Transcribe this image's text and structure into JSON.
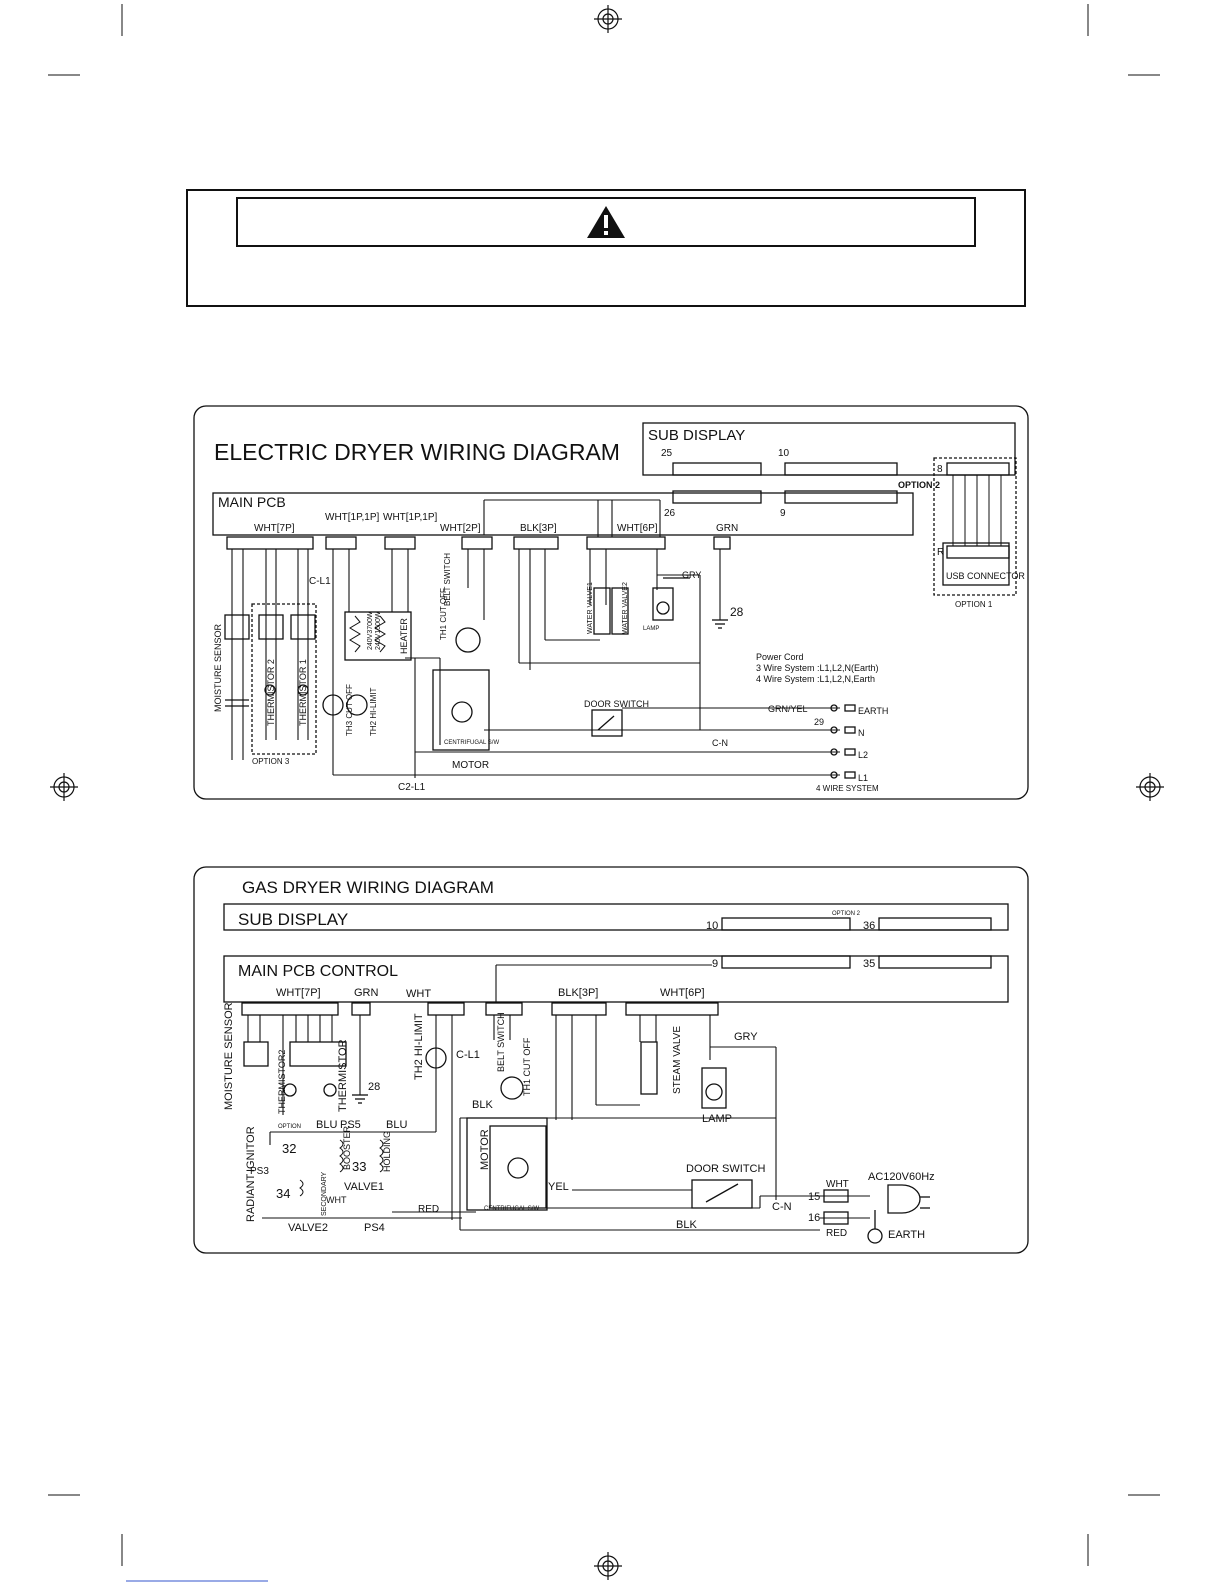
{
  "warning": {
    "icon": "warning-triangle-icon"
  },
  "electric": {
    "title": "ELECTRIC DRYER WIRING DIAGRAM",
    "sub_display": "SUB DISPLAY",
    "main_pcb": "MAIN PCB",
    "option2": "OPTION 2",
    "option1": "OPTION 1",
    "option3": "OPTION 3",
    "usb": "USB CONNECTOR",
    "conn_wht7p": "WHT[7P]",
    "conn_ry7": "WHT[1P,1P]",
    "conn_ry6": "WHT[1P,1P]",
    "conn_wht2p": "WHT[2P]",
    "conn_blk3p": "BLK[3P]",
    "conn_wht6p": "WHT[6P]",
    "conn_grn": "GRN",
    "moisture": "MOISTURE SENSOR",
    "thermistor2": "THERMISTOR 2",
    "thermistor1": "THERMISTOR 1",
    "heater": "HEATER",
    "heater_w1": "240V3700W",
    "heater_w2": "240V1500W",
    "th3": "TH3 CUT OFF",
    "th2": "TH2 HI-LIMIT",
    "th1": "TH1 CUT OFF",
    "belt": "BELT SWITCH",
    "motor": "MOTOR",
    "centrifugal": "CENTRIFUGAL S/W",
    "door": "DOOR SWITCH",
    "water1": "WATER VALVE1",
    "water2": "WATER VALVE2",
    "lamp": "LAMP",
    "cl1": "C-L1",
    "c2l1": "C2-L1",
    "cn": "C-N",
    "power_cord": "Power Cord",
    "wire3": "3 Wire System :L1,L2,N(Earth)",
    "wire4": "4 Wire System :L1,L2,N,Earth",
    "earth": "EARTH",
    "n": "N",
    "l2": "L2",
    "l1": "L1",
    "four_wire": "4 WIRE SYSTEM",
    "grnyel": "GRN/YEL",
    "gry": "GRY",
    "num_25": "25",
    "num_10": "10",
    "num_9": "9",
    "num_26": "26",
    "num_8": "8",
    "num_r": "R",
    "num_28": "28",
    "num_29": "29"
  },
  "gas": {
    "title": "GAS DRYER WIRING DIAGRAM",
    "sub_display": "SUB DISPLAY",
    "main_pcb": "MAIN PCB CONTROL",
    "option2": "OPTION 2",
    "option": "OPTION",
    "conn_wht7p": "WHT[7P]",
    "conn_grn": "GRN",
    "conn_wht": "WHT",
    "conn_blk3p": "BLK[3P]",
    "conn_wht6p": "WHT[6P]",
    "moisture": "MOISTURE SENSOR",
    "thermistor2": "THERMISTOR2",
    "thermistor": "THERMISTOR",
    "th2": "TH2 HI-LIMIT",
    "belt": "BELT SWITCH",
    "th1": "TH1 CUT OFF",
    "steam": "STEAM VALVE",
    "lamp": "LAMP",
    "motor": "MOTOR",
    "centrifugal": "CENTRIFUGAL S/W",
    "door": "DOOR SWITCH",
    "booster": "BOOSTER",
    "holding": "HOLDING",
    "valve1": "VALVE1",
    "valve2": "VALVE2",
    "secondary": "SECONDARY",
    "radiant": "RADIANT",
    "ignitor": "IGNITOR",
    "ps3": "PS3",
    "ps4": "PS4",
    "ps5": "PS5",
    "cl1": "C-L1",
    "cn": "C-N",
    "ac": "AC120V60Hz",
    "earth": "EARTH",
    "wht": "WHT",
    "red": "RED",
    "blk": "BLK",
    "blu": "BLU",
    "yel": "YEL",
    "gry": "GRY",
    "num_10": "10",
    "num_9": "9",
    "num_36": "36",
    "num_35": "35",
    "num_28": "28",
    "num_32": "32",
    "num_33": "33",
    "num_34": "34",
    "num_15": "15",
    "num_16": "16"
  }
}
